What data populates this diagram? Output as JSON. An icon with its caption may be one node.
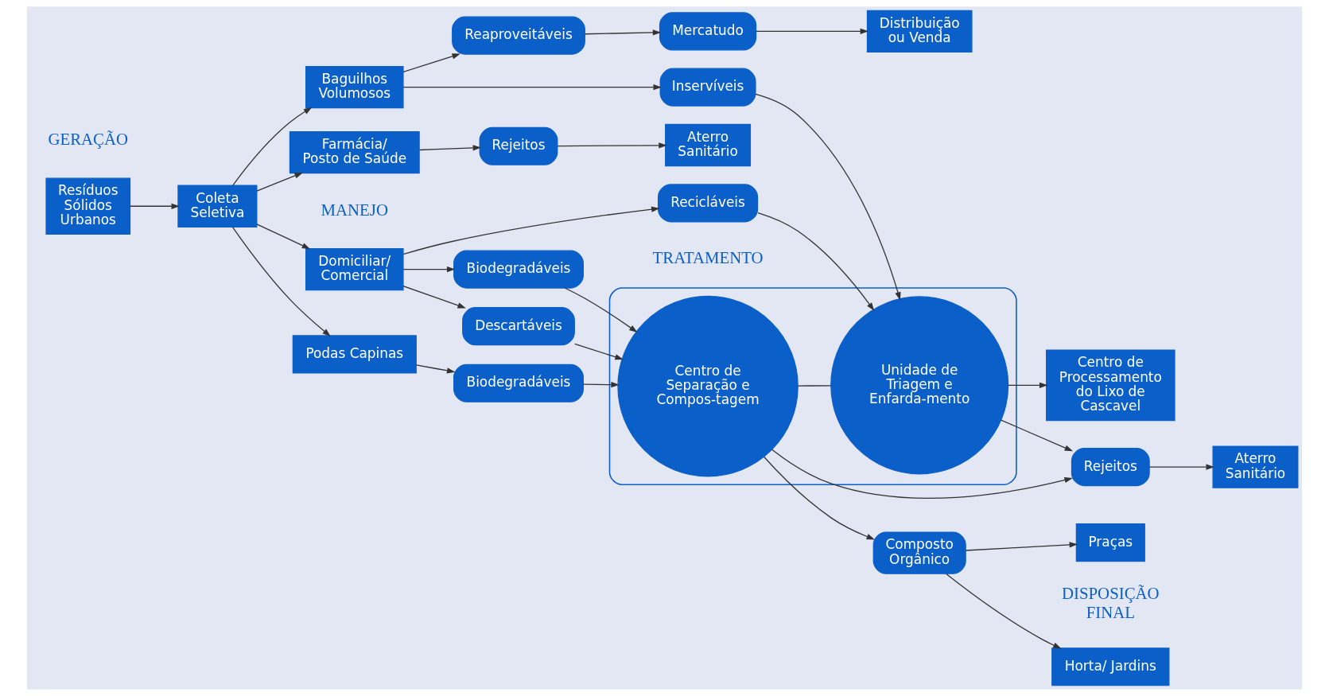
{
  "diagram": {
    "nodes": [
      {
        "text": [
          "Resíduos Sólidos Urbanos"
        ]
      },
      {
        "text": [
          "Coleta Seletiva"
        ]
      },
      {
        "text": [
          "Domiciliar/ Comercial"
        ]
      },
      {
        "text": [
          "Podas Capinas"
        ]
      },
      {
        "text": [
          "Farmácia/ Posto de Saúde"
        ]
      },
      {
        "text": [
          "Baguilhos Volumosos"
        ]
      },
      {
        "text": [
          "Biodegradáveis"
        ]
      },
      {
        "text": [
          "Descartáveis"
        ]
      },
      {
        "text": [
          "Recicláveis"
        ]
      },
      {
        "text": [
          "Biodegradáveis"
        ]
      },
      {
        "text": [
          "Inservíveis"
        ]
      },
      {
        "text": [
          "Reaproveitáveis"
        ]
      },
      {
        "text": [],
        "shape": "ellipse"
      },
      {
        "text": [
          "Centro de Separação e Compos-tagem"
        ],
        "in": 12
      },
      {
        "text": [
          "Unidade de Triagem e Enfarda-mento"
        ],
        "in": 12
      },
      {
        "text": [
          "Mercatudo"
        ]
      },
      {
        "text": [
          "Composto Orgânico"
        ]
      },
      {
        "text": [
          "Rejeitos"
        ]
      },
      {
        "text": [
          "Rejeitos"
        ]
      },
      {
        "text": [
          "Horta/ Jardins"
        ]
      },
      {
        "text": [
          "Praças"
        ]
      },
      {
        "text": [
          "Aterro Sanitário"
        ]
      },
      {
        "text": [
          "Centro de Processamento do Lixo de Cascavel"
        ]
      },
      {
        "text": [
          "Aterro Sanitário"
        ]
      },
      {
        "text": [
          "Distribuição ou Venda"
        ]
      }
    ],
    "edges": [
      {
        "from": 0,
        "to": 1,
        "arrow": "to"
      },
      {
        "from": 1,
        "to": 2,
        "arrow": "to"
      },
      {
        "from": 1,
        "to": 3,
        "arrow": "to"
      },
      {
        "from": 1,
        "to": 4,
        "arrow": "to"
      },
      {
        "from": 1,
        "to": 5,
        "arrow": "to"
      },
      {
        "from": 2,
        "to": 6,
        "arrow": "to"
      },
      {
        "from": 2,
        "to": 7,
        "arrow": "to"
      },
      {
        "from": 2,
        "to": 8,
        "arrow": "to"
      },
      {
        "from": 3,
        "to": 9,
        "arrow": "to"
      },
      {
        "from": 5,
        "to": 10,
        "arrow": "to"
      },
      {
        "from": 5,
        "to": 11,
        "arrow": "to"
      },
      {
        "from": 6,
        "to": 13,
        "arrow": "to"
      },
      {
        "from": 7,
        "to": 13,
        "arrow": "to"
      },
      {
        "from": 9,
        "to": 13,
        "arrow": "to"
      },
      {
        "from": 8,
        "to": 14,
        "arrow": "to"
      },
      {
        "from": 10,
        "to": 14,
        "arrow": "to"
      },
      {
        "from": 13,
        "to": 14,
        "arrow": "none"
      },
      {
        "from": 13,
        "to": 16,
        "arrow": "to"
      },
      {
        "from": 13,
        "to": 17,
        "arrow": "to"
      },
      {
        "from": 14,
        "to": 17,
        "arrow": "to"
      },
      {
        "from": 14,
        "to": 22,
        "arrow": "to"
      },
      {
        "from": 16,
        "to": 19,
        "arrow": "to"
      },
      {
        "from": 16,
        "to": 20,
        "arrow": "to"
      },
      {
        "from": 17,
        "to": 21,
        "arrow": "to"
      },
      {
        "from": 4,
        "to": 18,
        "arrow": "to"
      },
      {
        "from": 18,
        "to": 23,
        "arrow": "to"
      },
      {
        "from": 11,
        "to": 15,
        "arrow": "to"
      },
      {
        "from": 15,
        "to": 24,
        "arrow": "to"
      }
    ],
    "labels": [
      "GERAÇÃO",
      "MANEJO",
      "TRATAMENTO",
      "DISPOSIÇÃO FINAL"
    ]
  }
}
